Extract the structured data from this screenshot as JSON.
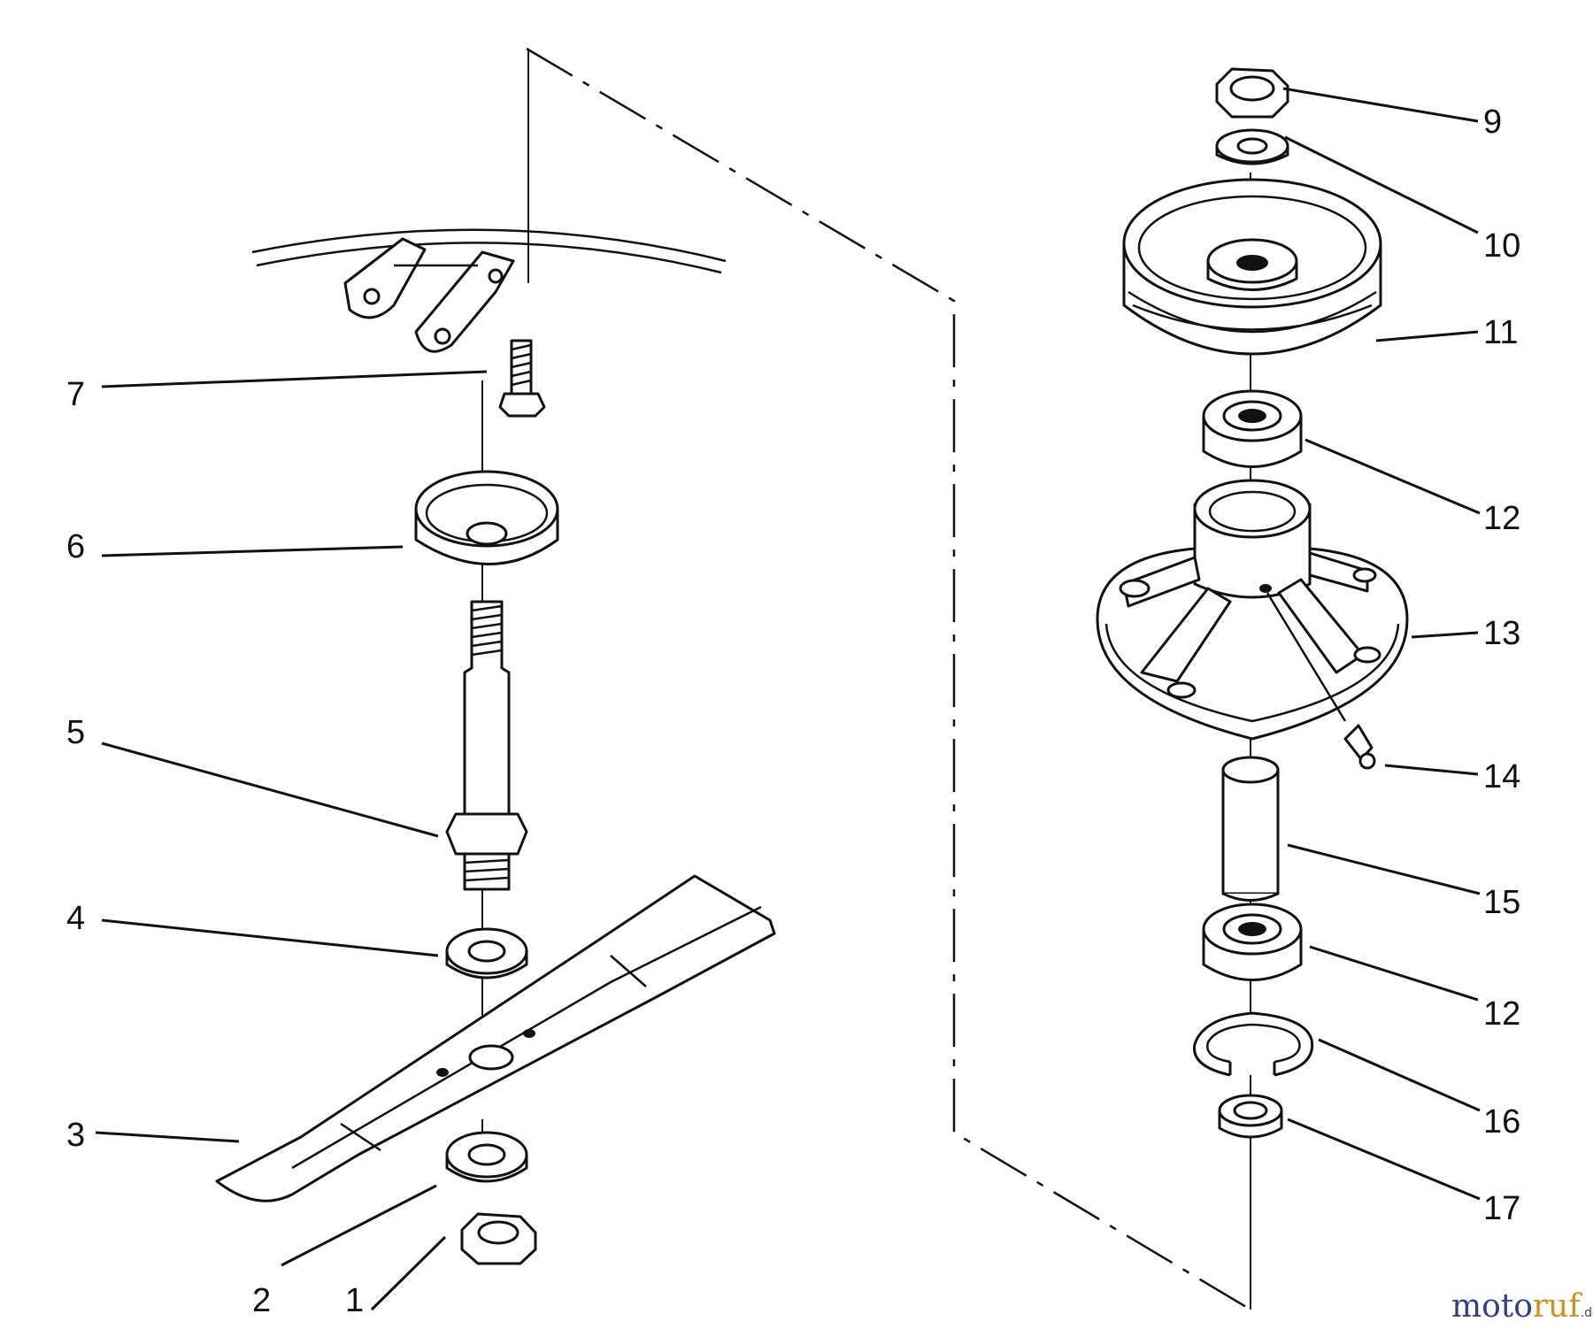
{
  "callouts": [
    {
      "id": "1",
      "label": "1"
    },
    {
      "id": "2",
      "label": "2"
    },
    {
      "id": "3",
      "label": "3"
    },
    {
      "id": "4",
      "label": "4"
    },
    {
      "id": "5",
      "label": "5"
    },
    {
      "id": "6",
      "label": "6"
    },
    {
      "id": "7",
      "label": "7"
    },
    {
      "id": "9",
      "label": "9"
    },
    {
      "id": "10",
      "label": "10"
    },
    {
      "id": "11",
      "label": "11"
    },
    {
      "id": "12a",
      "label": "12"
    },
    {
      "id": "13",
      "label": "13"
    },
    {
      "id": "14",
      "label": "14"
    },
    {
      "id": "15",
      "label": "15"
    },
    {
      "id": "12b",
      "label": "12"
    },
    {
      "id": "16",
      "label": "16"
    },
    {
      "id": "17",
      "label": "17"
    }
  ],
  "watermark": {
    "part1": "moto",
    "part2": "ruf",
    "suffix": ".de"
  }
}
